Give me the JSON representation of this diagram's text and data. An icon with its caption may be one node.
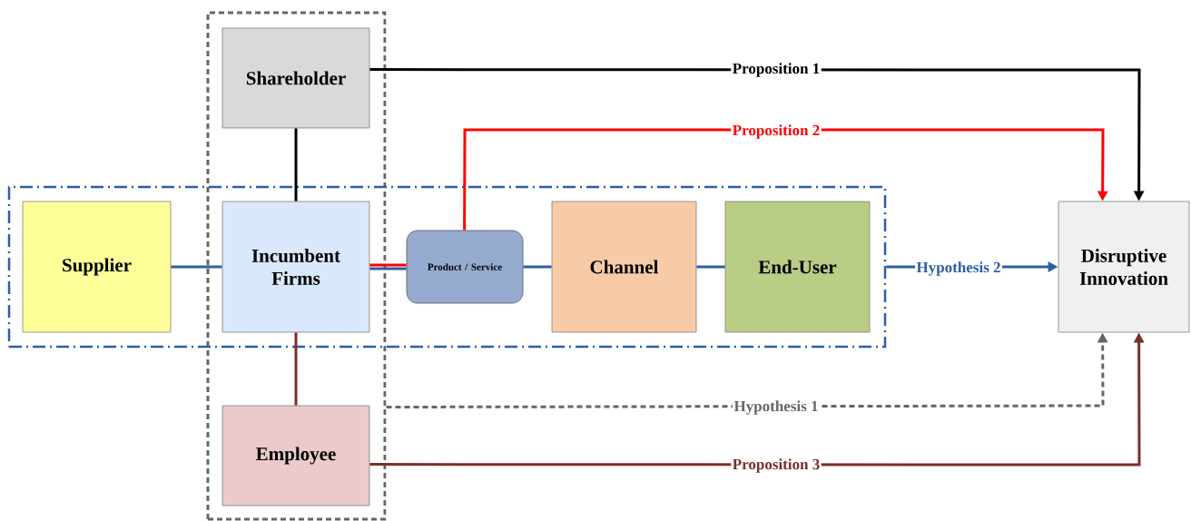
{
  "diagram": {
    "nodes": [
      {
        "text": [],
        "shape": "box"
      },
      {
        "text": [],
        "shape": "box"
      },
      {
        "text": [
          "Shareholder"
        ],
        "in": 0
      },
      {
        "text": [
          "Supplier"
        ],
        "in": 1
      },
      {
        "text": [
          "Incumbent Firms"
        ]
      },
      {
        "text": [
          "Product / Service"
        ],
        "in": 1
      },
      {
        "text": [
          "Channel"
        ],
        "in": 1
      },
      {
        "text": [
          "End-User"
        ],
        "in": 1
      },
      {
        "text": [
          "Employee"
        ],
        "in": 0
      },
      {
        "text": [
          "Disruptive Innovation"
        ]
      }
    ],
    "edges": [
      {
        "from": 2,
        "to": 4,
        "arrow": "none",
        "color": "#000000"
      },
      {
        "from": 3,
        "to": 4,
        "arrow": "none"
      },
      {
        "from": 4,
        "to": 5,
        "arrow": "none",
        "color": "#ff0000"
      },
      {
        "from": 5,
        "to": 6,
        "arrow": "none"
      },
      {
        "from": 6,
        "to": 7,
        "arrow": "none"
      },
      {
        "from": 4,
        "to": 8,
        "arrow": "none",
        "color": "#7b2e2a"
      },
      {
        "from": 2,
        "to": 9,
        "arrow": "to",
        "label": "Proposition 1",
        "color": "#000000"
      },
      {
        "from": 5,
        "to": 9,
        "arrow": "to",
        "label": "Proposition 2",
        "color": "#ff0000"
      },
      {
        "from": 1,
        "to": 9,
        "arrow": "to",
        "label": "Hypothesis 2"
      },
      {
        "from": 0,
        "to": 9,
        "arrow": "to",
        "label": "Hypothesis 1",
        "style": "dashed",
        "color": "#666666"
      },
      {
        "from": 8,
        "to": 9,
        "arrow": "to",
        "label": "Proposition 3",
        "color": "#7b2e2a"
      }
    ]
  }
}
